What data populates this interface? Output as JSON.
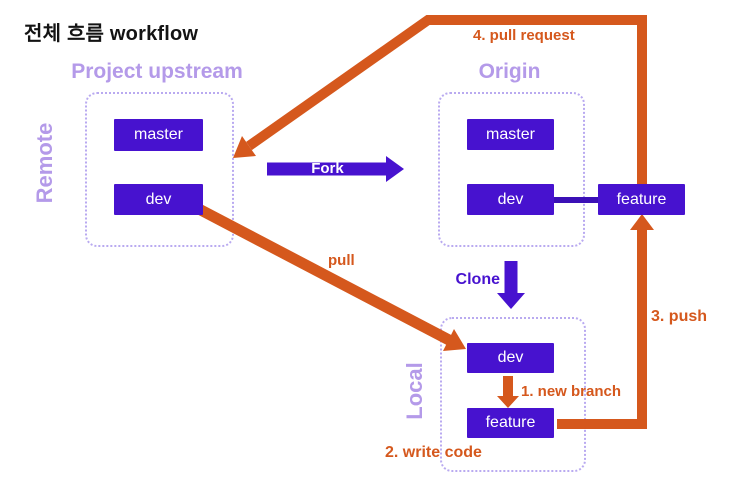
{
  "title": "전체 흐름 workflow",
  "colors": {
    "orange": "#d5581d",
    "indigo": "#4712cf",
    "connector": "#3b10b6",
    "label_purple": "#b49ae9",
    "border_purple": "#b9aaf0",
    "title_color": "#131313"
  },
  "groups": {
    "remote_label": "Remote",
    "local_label": "Local",
    "upstream": {
      "title": "Project upstream",
      "branches": [
        "master",
        "dev"
      ]
    },
    "origin": {
      "title": "Origin",
      "branches": [
        "master",
        "dev"
      ],
      "feature_branch": "feature"
    },
    "local": {
      "branches": [
        "dev",
        "feature"
      ]
    }
  },
  "arrows": {
    "fork": "Fork",
    "clone": "Clone",
    "pull": "pull",
    "pull_request": "4. pull request",
    "new_branch": "1. new branch",
    "write_code": "2. write code",
    "push": "3. push"
  }
}
